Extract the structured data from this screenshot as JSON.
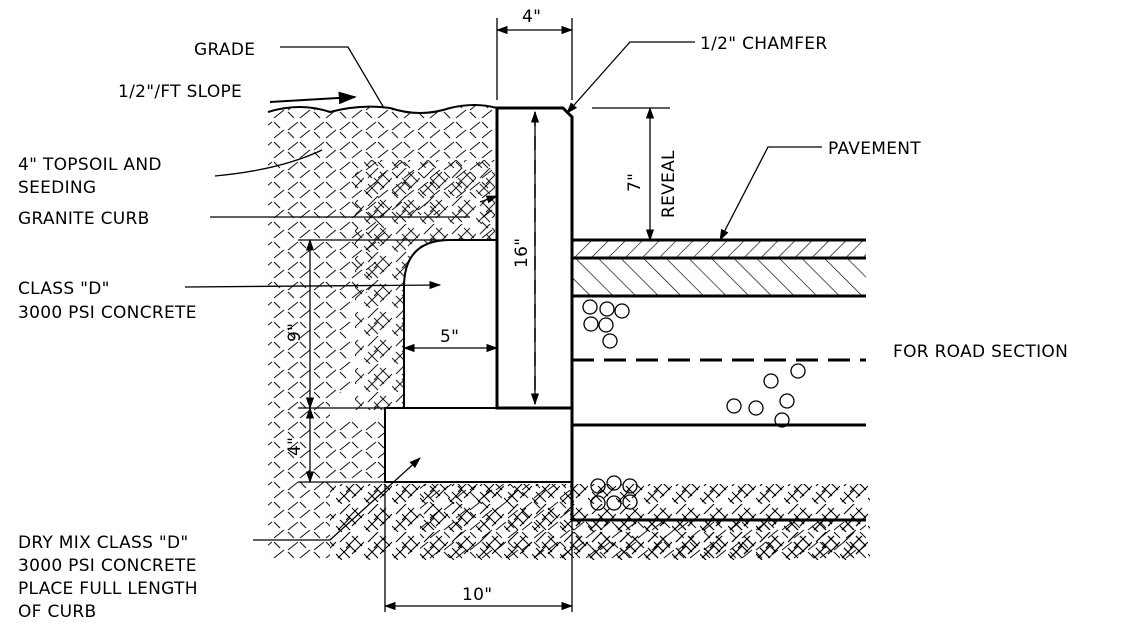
{
  "labels": {
    "grade": "GRADE",
    "slope": "1/2\"/FT SLOPE",
    "topsoil_line1": "4\" TOPSOIL AND",
    "topsoil_line2": "SEEDING",
    "granite_curb": "GRANITE CURB",
    "concrete_line1": "CLASS \"D\"",
    "concrete_line2": "3000 PSI CONCRETE",
    "drymix_line1": "DRY MIX CLASS \"D\"",
    "drymix_line2": "3000 PSI CONCRETE",
    "drymix_line3": "PLACE FULL LENGTH",
    "drymix_line4": "OF CURB",
    "chamfer": "1/2\" CHAMFER",
    "pavement": "PAVEMENT",
    "road_section": "FOR ROAD SECTION"
  },
  "dimensions": {
    "top_width": "4\"",
    "reveal_value": "7\"",
    "reveal_word": "REVEAL",
    "curb_height": "16\"",
    "backing_height": "9\"",
    "backing_width": "5\"",
    "footing_height": "4\"",
    "footing_width": "10\""
  }
}
